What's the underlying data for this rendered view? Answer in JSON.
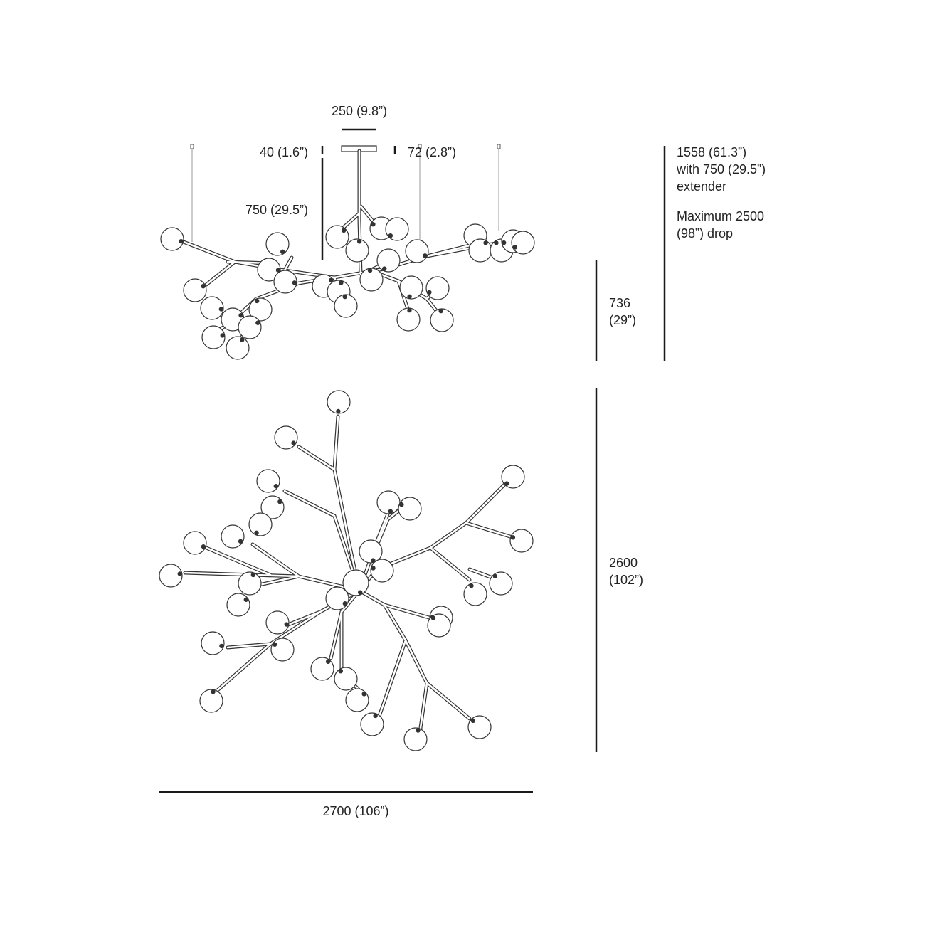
{
  "dimensions": {
    "canopy_width": "250 (9.8”)",
    "canopy_depth": "40 (1.6”)",
    "hook_offset": "72 (2.8”)",
    "extender_length": "750 (29.5”)",
    "total_height_value": "1558 (61.3”)",
    "total_height_line2": "with 750 (29.5”)",
    "total_height_line3": "extender",
    "max_drop_line1": "Maximum 2500",
    "max_drop_line2": "(98”) drop",
    "body_height_value": "736",
    "body_height_inch": "(29”)",
    "plan_depth_value": "2600",
    "plan_depth_inch": "(102”)",
    "overall_width": "2700 (106”)"
  },
  "colors": {
    "line": "#1a1a1a",
    "globe_stroke": "#333333",
    "globe_fill": "#ffffff",
    "cable": "#9a9a9a"
  }
}
